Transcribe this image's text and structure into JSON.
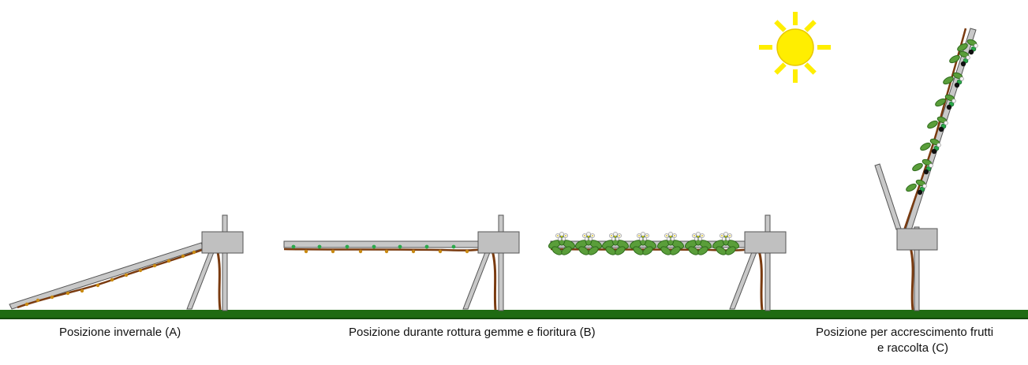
{
  "captions": {
    "a": "Posizione invernale (A)",
    "b": "Posizione durante rottura gemme e fioritura (B)",
    "c_line1": "Posizione per accrescimento frutti",
    "c_line2": "e raccolta (C)"
  },
  "colors": {
    "ground": "#1f6b12",
    "ground_dark": "#134a09",
    "frame_fill": "#c8c8c8",
    "frame_stroke": "#555555",
    "box_fill": "#c0c0c0",
    "cane": "#7a3b10",
    "cane_light": "#a0612a",
    "bud": "#c98a12",
    "bud_green": "#2aa84a",
    "leaf": "#5a9e3a",
    "leaf_dark": "#2f6b1c",
    "flower": "#f2f2f2",
    "fruit": "#111111",
    "sun": "#ffee00",
    "sun_stroke": "#e8c800"
  },
  "icons": [
    "sun-icon",
    "leaf-icon",
    "flower-icon",
    "berry-icon"
  ]
}
